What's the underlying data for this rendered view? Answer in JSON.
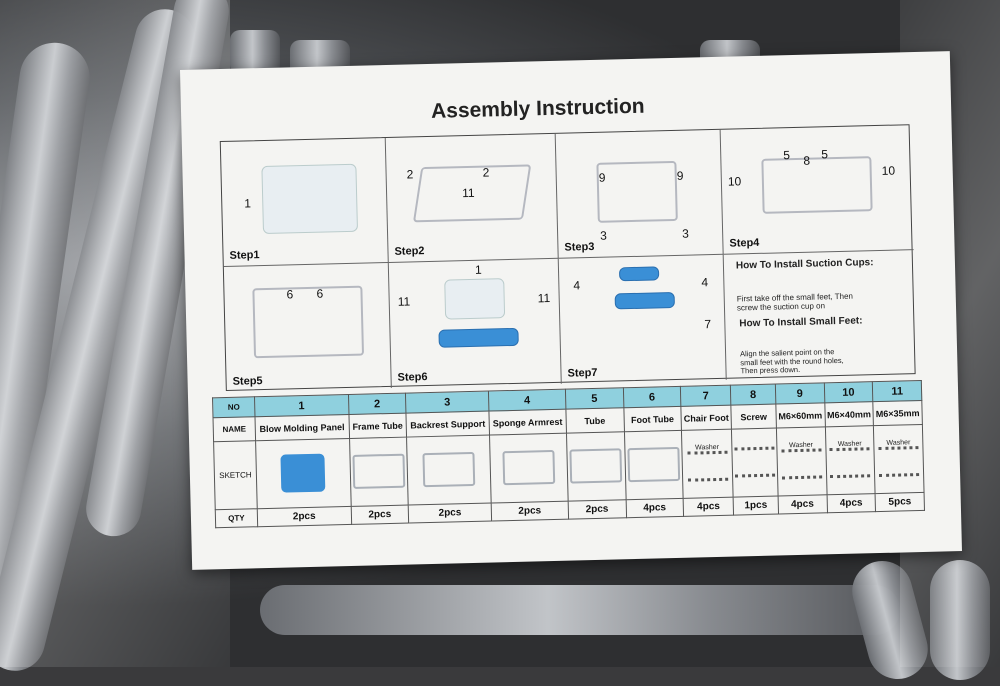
{
  "sheet": {
    "title": "Assembly Instruction",
    "steps": [
      "Step1",
      "Step2",
      "Step3",
      "Step4",
      "Step5",
      "Step6",
      "Step7"
    ],
    "callouts": {
      "s1": [
        "1"
      ],
      "s2": [
        "2",
        "2",
        "11"
      ],
      "s3": [
        "9",
        "9",
        "3",
        "3"
      ],
      "s4": [
        "10",
        "5",
        "8",
        "5",
        "10"
      ],
      "s5": [
        "6",
        "6"
      ],
      "s6": [
        "1",
        "11",
        "11"
      ],
      "s7": [
        "4",
        "4",
        "7"
      ]
    },
    "tips": {
      "suction_title": "How To Install Suction Cups:",
      "suction_text": "First take off the small feet, Then screw the suction cup on",
      "feet_title": "How To Install Small Feet:",
      "feet_text": "Align the salient point on the small feet with the round holes, Then press down."
    },
    "table": {
      "row_labels": {
        "no": "NO",
        "name": "NAME",
        "sketch": "SKETCH",
        "qty": "QTY"
      },
      "parts": [
        {
          "no": "1",
          "name": "Blow Molding Panel",
          "qty": "2pcs"
        },
        {
          "no": "2",
          "name": "Frame Tube",
          "qty": "2pcs"
        },
        {
          "no": "3",
          "name": "Backrest Support",
          "qty": "2pcs"
        },
        {
          "no": "4",
          "name": "Sponge Armrest",
          "qty": "2pcs"
        },
        {
          "no": "5",
          "name": "Tube",
          "qty": "2pcs"
        },
        {
          "no": "6",
          "name": "Foot Tube",
          "qty": "4pcs"
        },
        {
          "no": "7",
          "name": "Chair Foot",
          "qty": "4pcs"
        },
        {
          "no": "8",
          "name": "Screw",
          "qty": "1pcs"
        },
        {
          "no": "9",
          "name": "M6×60mm",
          "qty": "4pcs"
        },
        {
          "no": "10",
          "name": "M6×40mm",
          "qty": "4pcs"
        },
        {
          "no": "11",
          "name": "M6×35mm",
          "qty": "5pcs"
        }
      ],
      "washer": "Washer"
    }
  },
  "colors": {
    "header_cyan": "#8fd0de",
    "seat_blue": "#3a8fd6",
    "arrow_red": "#d42a2a"
  }
}
